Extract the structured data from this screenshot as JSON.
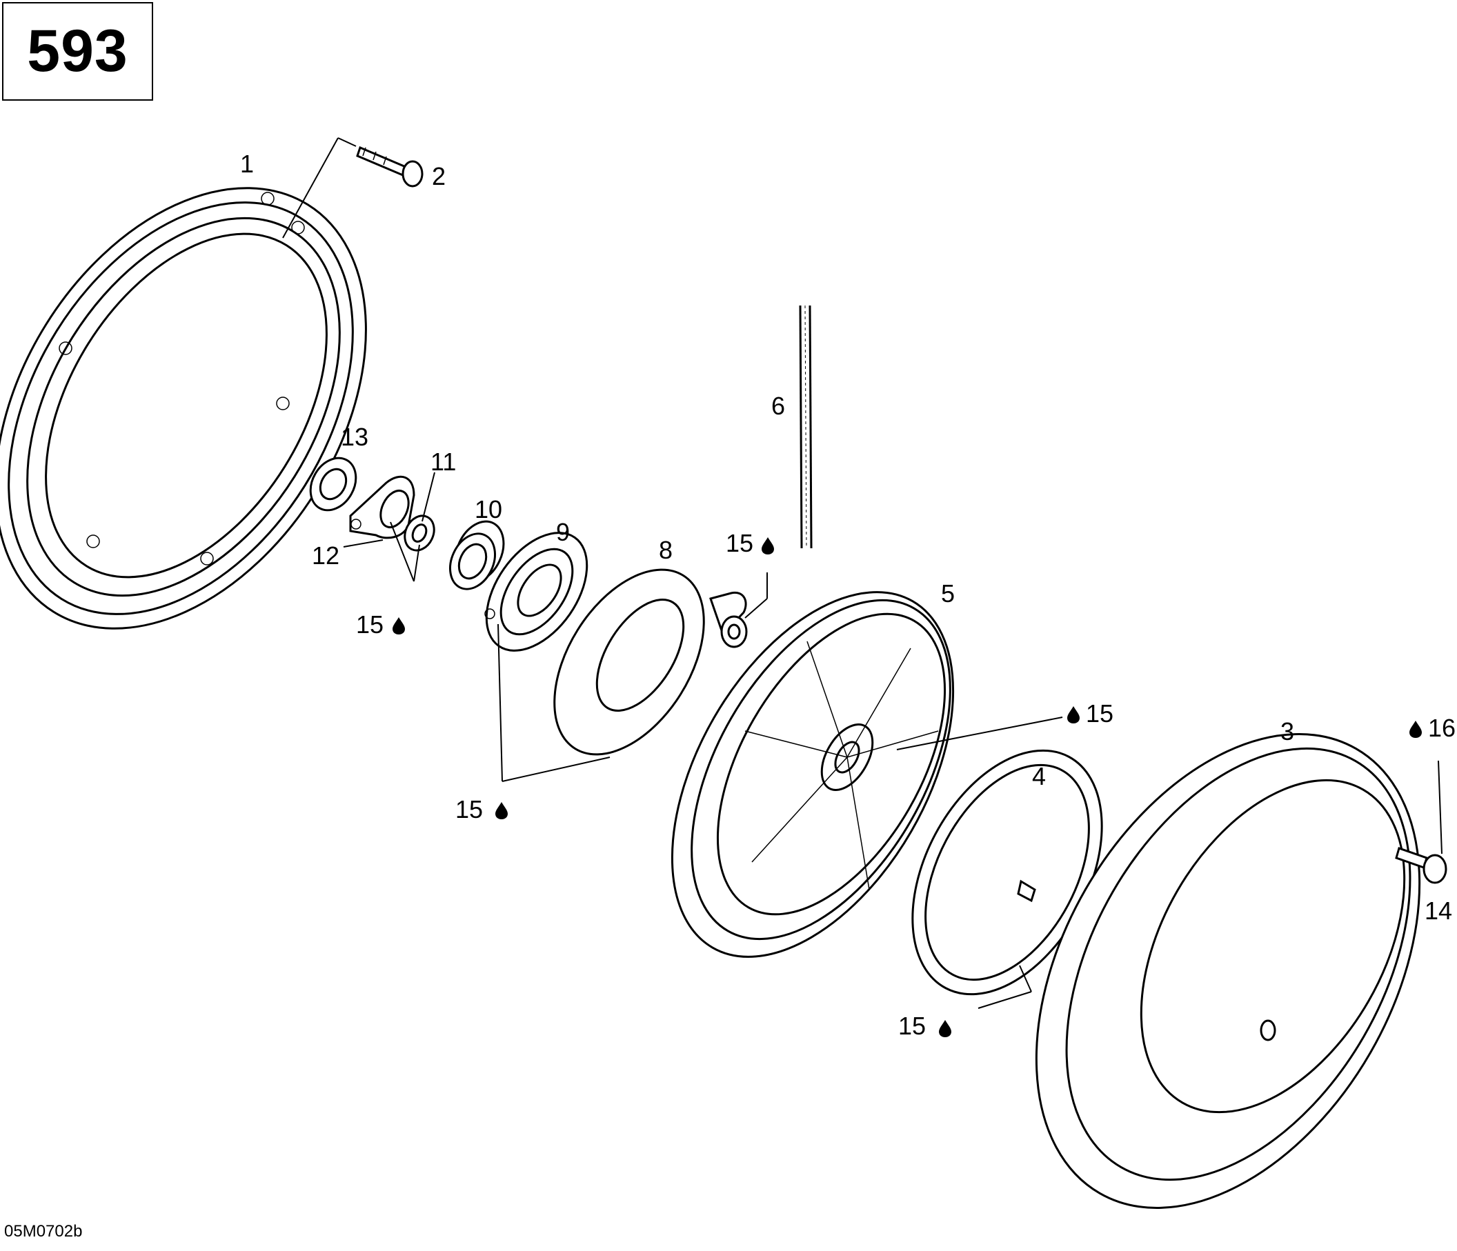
{
  "diagram_code": "593",
  "reference_code": "05M0702b",
  "callouts": {
    "c1": "1",
    "c2": "2",
    "c3": "3",
    "c4": "4",
    "c5": "5",
    "c6": "6",
    "c7": "8",
    "c8": "9",
    "c9": "10",
    "c10": "11",
    "c11": "12",
    "c12": "13",
    "c13": "14",
    "c14": "16",
    "c15a": "15",
    "c15b": "15",
    "c15c": "15",
    "c15d": "15",
    "c15e": "15"
  },
  "icons": {
    "lubricant": "oil-drop-icon"
  }
}
